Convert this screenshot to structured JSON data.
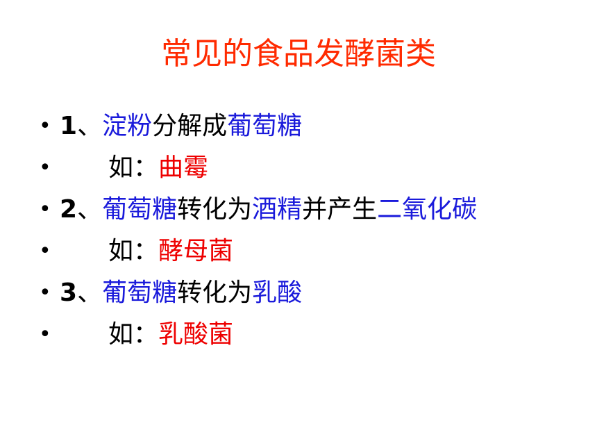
{
  "title": "常见的食品发酵菌类",
  "bullet_char": "•",
  "colors": {
    "title": "#ff2a00",
    "blue": "#1a1adb",
    "red": "#ee0000",
    "text": "#000000"
  },
  "items": [
    {
      "num": "1",
      "sep": "、",
      "t1": "淀粉",
      "t2": "分解成",
      "t3": "葡萄糖"
    },
    {
      "label": "如：",
      "value": "曲霉"
    },
    {
      "num": "2",
      "sep": "、",
      "t1": "葡萄糖",
      "t2": "转化为",
      "t3": "酒精",
      "t4": "并产生",
      "t5": "二氧化碳"
    },
    {
      "label": "如：",
      "value": "酵母菌"
    },
    {
      "num": "3",
      "sep": "、",
      "t1": "葡萄糖",
      "t2": "转化为",
      "t3": "乳酸"
    },
    {
      "label": "如：",
      "value": "乳酸菌"
    }
  ]
}
